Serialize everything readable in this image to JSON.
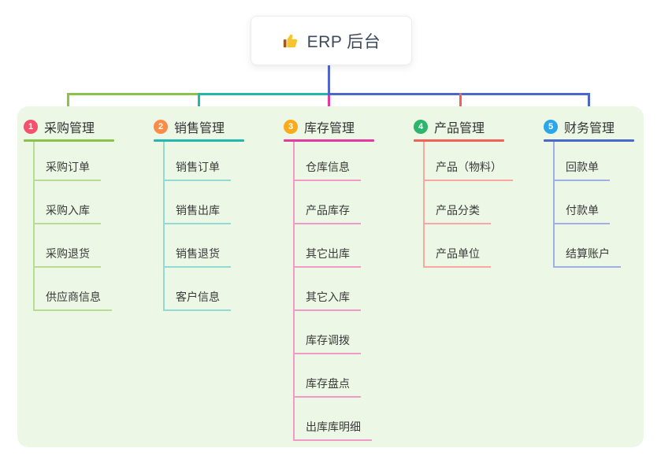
{
  "root": {
    "label": "ERP 后台",
    "icon": "thumbs-up-icon",
    "connector_color": "#5166d4",
    "border_color": "#ececec",
    "title_color": "#3d4a5c"
  },
  "panel": {
    "background": "#ecf7e5"
  },
  "branches": [
    {
      "badge": "1",
      "title": "采购管理",
      "badge_color": "#f4516c",
      "line_color": "#8bc34a",
      "tint_color": "#b9dc93",
      "children": [
        "采购订单",
        "采购入库",
        "采购退货",
        "供应商信息"
      ]
    },
    {
      "badge": "2",
      "title": "销售管理",
      "badge_color": "#fa8c48",
      "line_color": "#22b8ae",
      "tint_color": "#93dad3",
      "children": [
        "销售订单",
        "销售出库",
        "销售退货",
        "客户信息"
      ]
    },
    {
      "badge": "3",
      "title": "库存管理",
      "badge_color": "#fbab18",
      "line_color": "#e43a9d",
      "tint_color": "#f29ac7",
      "children": [
        "仓库信息",
        "产品库存",
        "其它出库",
        "其它入库",
        "库存调拨",
        "库存盘点",
        "出库库明细"
      ]
    },
    {
      "badge": "4",
      "title": "产品管理",
      "badge_color": "#2cb56b",
      "line_color": "#f2605a",
      "tint_color": "#f8a7a3",
      "children": [
        "产品（物料）",
        "产品分类",
        "产品单位"
      ]
    },
    {
      "badge": "5",
      "title": "财务管理",
      "badge_color": "#2ba6e8",
      "line_color": "#4a67cc",
      "tint_color": "#9fb1e4",
      "children": [
        "回款单",
        "付款单",
        "结算账户"
      ]
    }
  ]
}
